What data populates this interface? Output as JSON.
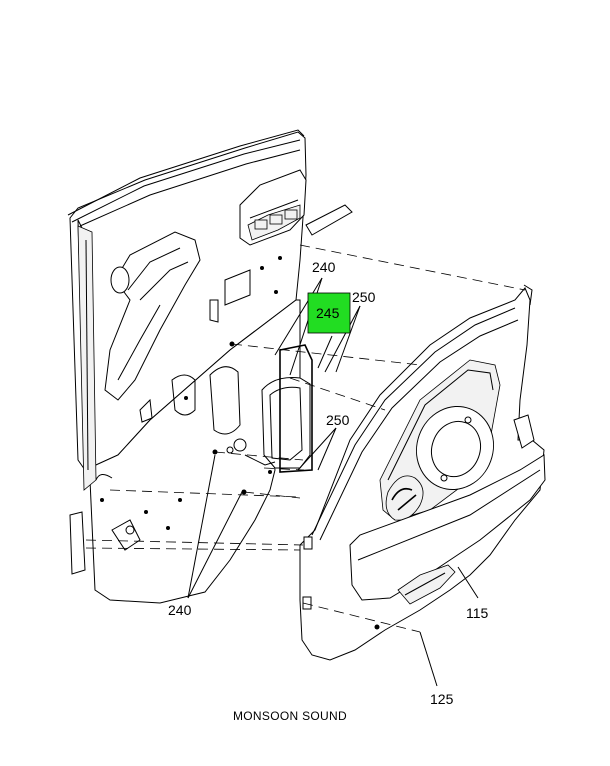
{
  "diagram": {
    "caption": "MONSOON SOUND",
    "callouts": {
      "c240_top": "240",
      "c245": "245",
      "c250_top": "250",
      "c250_mid": "250",
      "c240_bottom": "240",
      "c115": "115",
      "c125": "125"
    },
    "highlight_color": "#22dd22"
  }
}
